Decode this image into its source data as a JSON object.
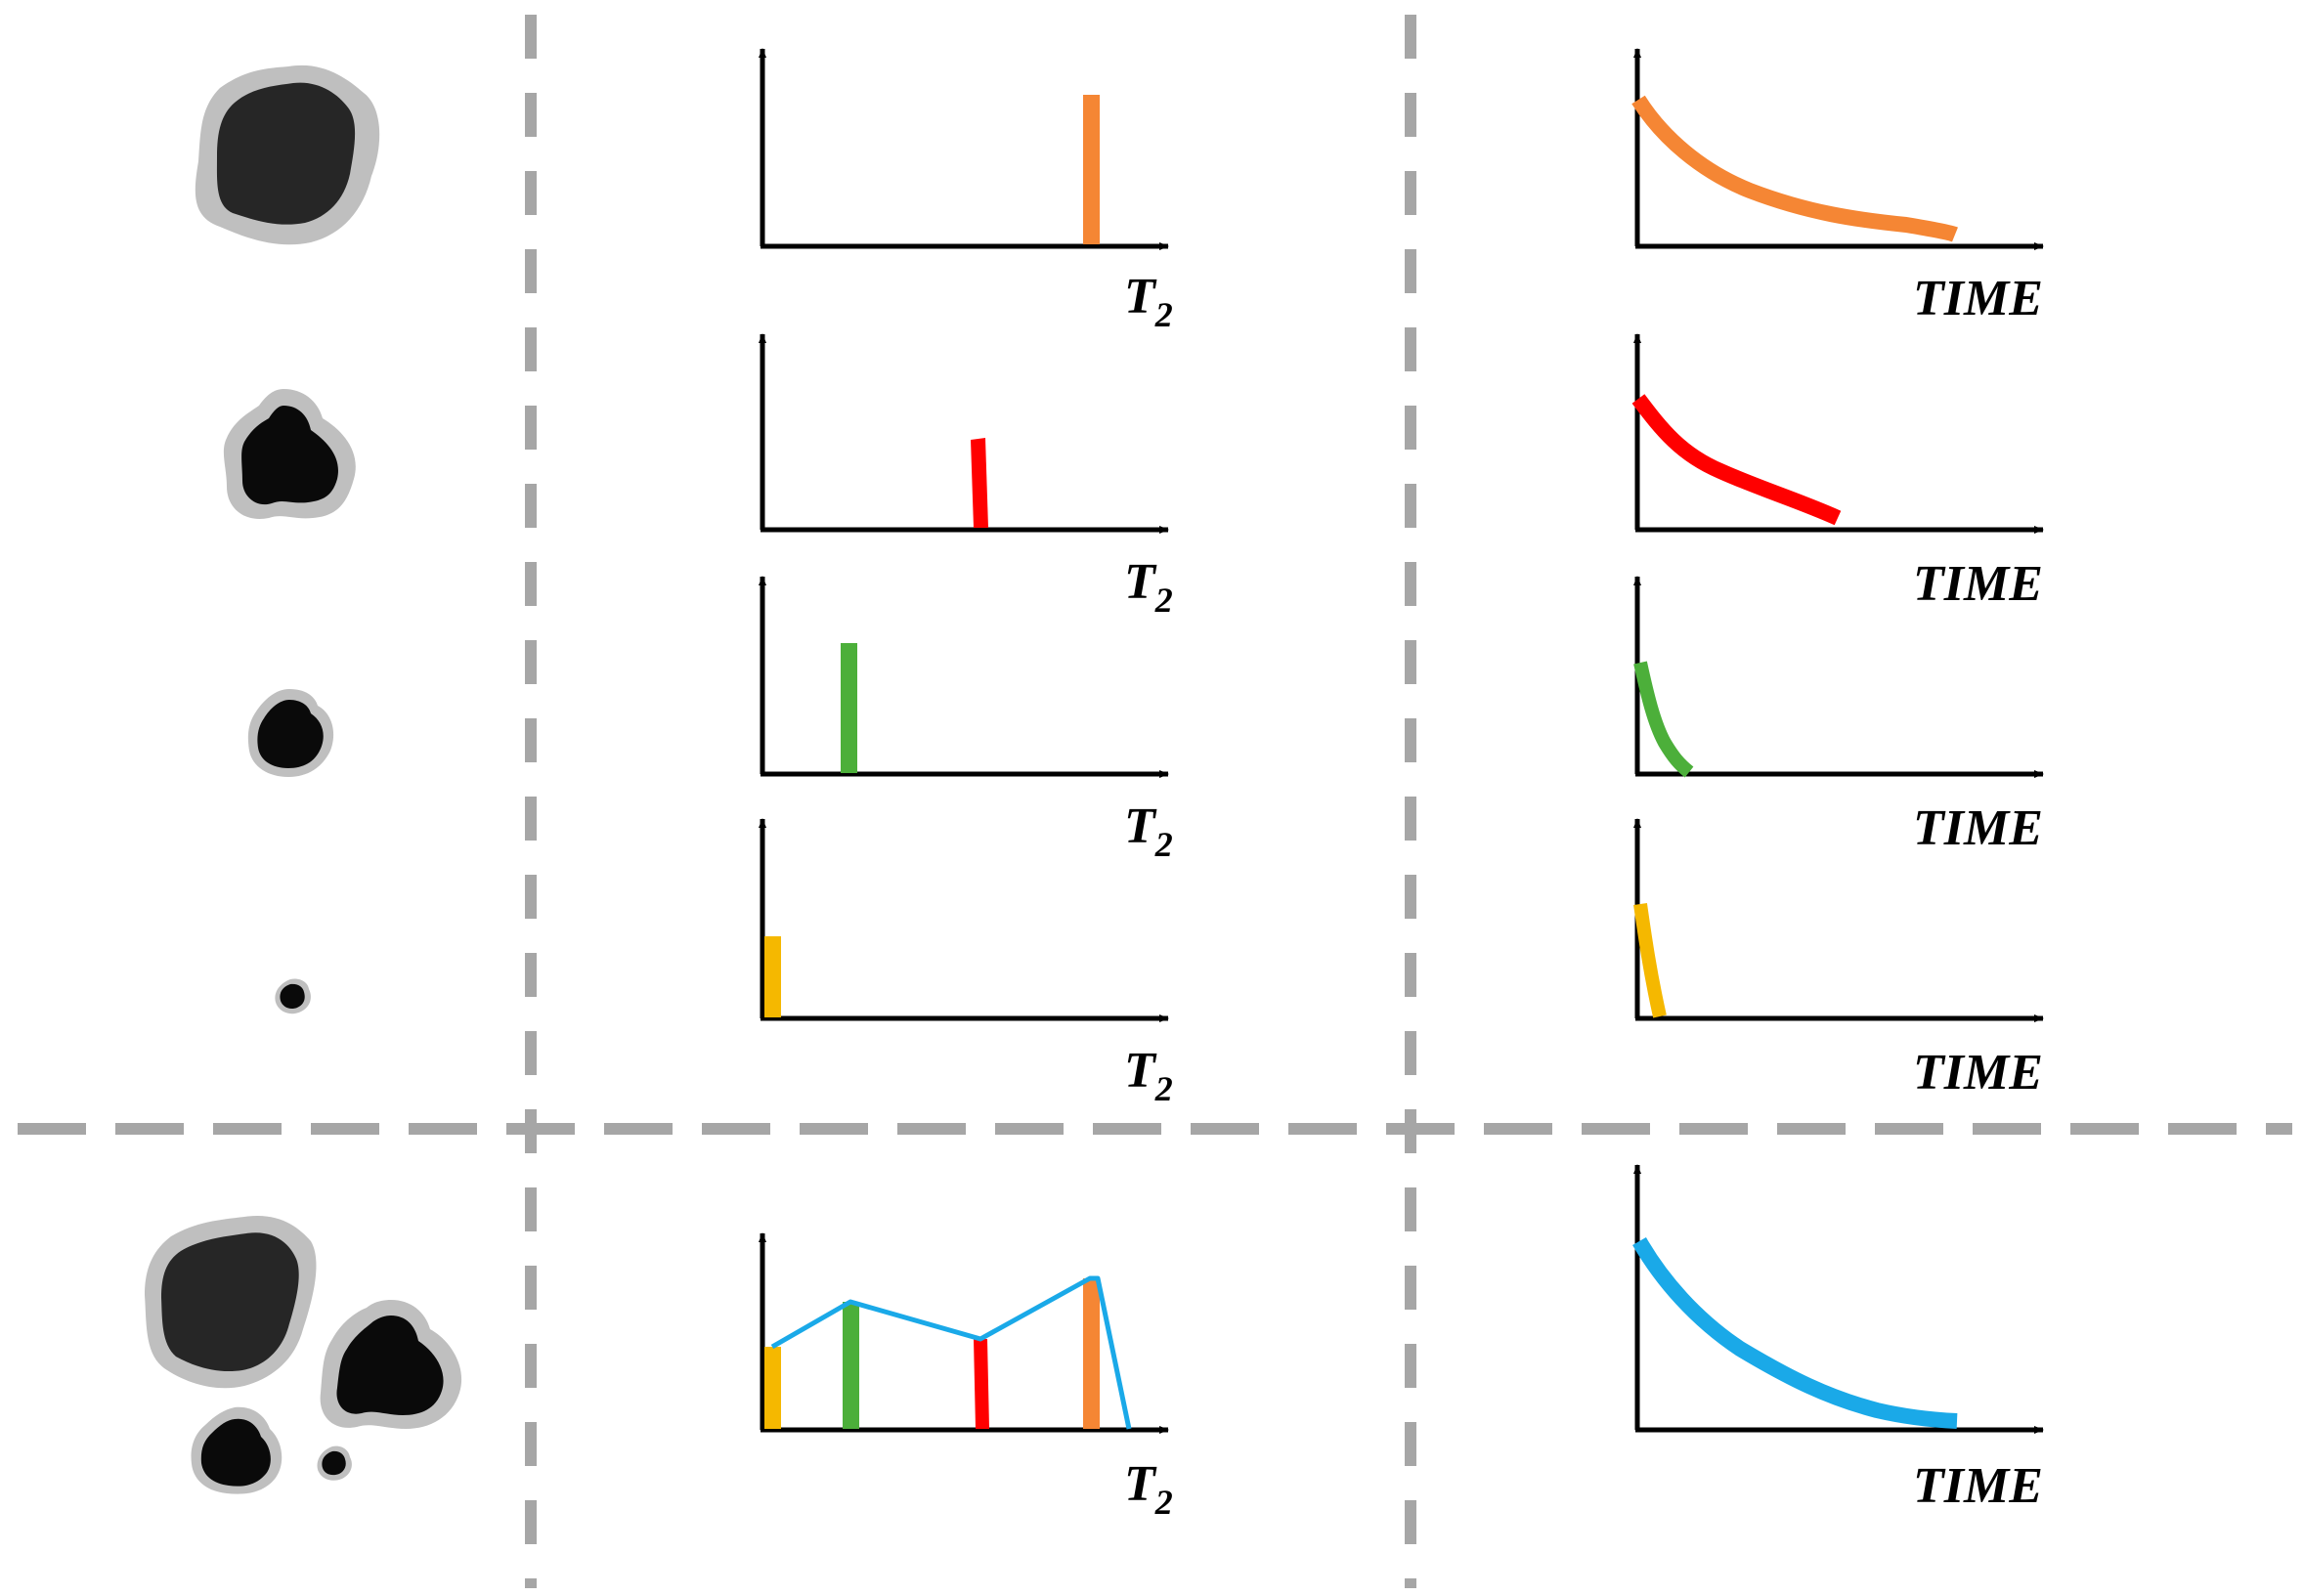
{
  "colors": {
    "divider": "#a6a6a6",
    "axis": "#000000",
    "pore_outline": "#bfbfbf",
    "pore_large_fill": "#262626",
    "pore_fill": "#0a0a0a",
    "orange": "#f58634",
    "red": "#ff0000",
    "green": "#4caf3a",
    "yellow": "#f5b800",
    "blue": "#1aa9e8"
  },
  "labels": {
    "t2_main": "T",
    "t2_sub": "2",
    "time": "TIME"
  },
  "pores": [
    {
      "name": "large",
      "color": "orange"
    },
    {
      "name": "medium",
      "color": "red"
    },
    {
      "name": "small",
      "color": "green"
    },
    {
      "name": "tiny",
      "color": "yellow"
    }
  ],
  "composite": {
    "name": "combined",
    "envelope_color": "blue"
  }
}
